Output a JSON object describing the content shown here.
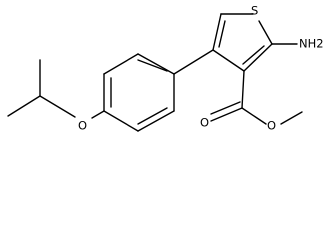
{
  "molecule": {
    "atom_labels": {
      "sulfur": "S",
      "amino": "NH2",
      "ester_carbonyl_oxygen": "O",
      "ester_ether_oxygen": "O",
      "aryl_ether_oxygen": "O"
    },
    "colors": {
      "bond": "#000000",
      "label": "#000000",
      "background": "#ffffff"
    }
  }
}
